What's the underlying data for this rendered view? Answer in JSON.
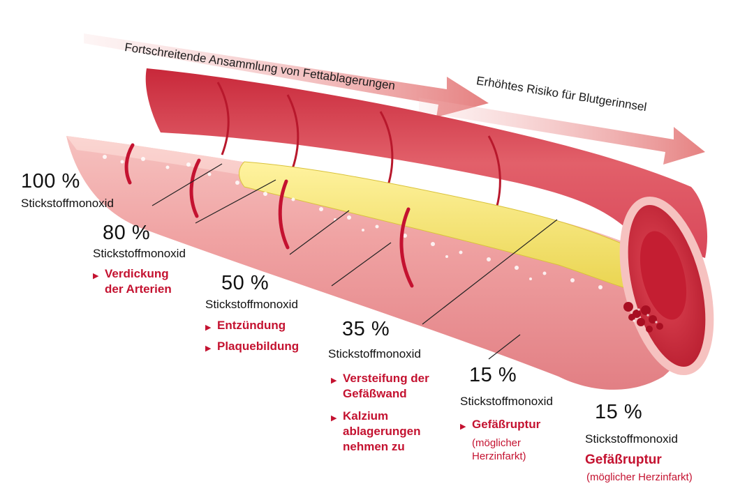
{
  "arrows": {
    "top": "Fortschreitende Ansammlung von Fettablagerungen",
    "bottom": "Erhöhtes Risiko für Blutgerinnsel"
  },
  "colors": {
    "accent_red": "#c41230",
    "plaque_yellow": "#f2e266",
    "vessel_pink": "#ef9a9a"
  },
  "stages": [
    {
      "percent": "100 %",
      "label": "Stickstoffmonoxid"
    },
    {
      "percent": "80 %",
      "label": "Stickstoffmonoxid",
      "effect": "Verdickung der Arterien"
    },
    {
      "percent": "50 %",
      "label": "Stickstoffmonoxid",
      "effects": [
        "Entzündung",
        "Plaquebildung"
      ]
    },
    {
      "percent": "35 %",
      "label": "Stickstoffmonoxid",
      "effects": [
        "Versteifung der Gefäßwand",
        "Kalzium ablagerungen nehmen zu"
      ]
    },
    {
      "percent": "15 %",
      "label": "Stickstoffmonoxid",
      "effect": "Gefäßruptur",
      "note": "(möglicher Herzinfarkt)"
    },
    {
      "percent": "15 %",
      "label": "Stickstoffmonoxid",
      "effect": "Gefäßruptur",
      "note": "(möglicher Herzinfarkt)"
    }
  ]
}
